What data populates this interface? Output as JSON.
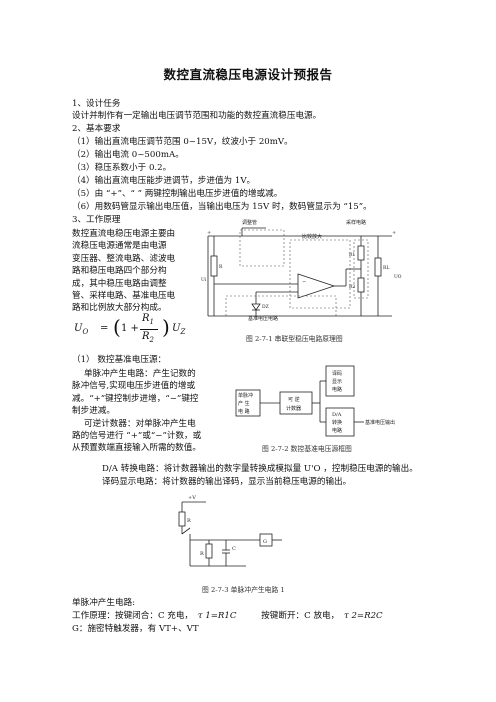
{
  "doc": {
    "title": "数控直流稳压电源设计预报告",
    "s1_heading": "1、设计任务",
    "s1_text": "设计并制作有一定输出电压调节范围和功能的数控直流稳压电源。",
    "s2_heading": "2、基本要求",
    "req": [
      "（1）输出直流电压调节范围 0~15V，纹波小于 20mV。",
      "（2）输出电流 0~500mA。",
      "（3）稳压系数小于 0.2。",
      "（4）输出直流电压能步进调节，步进值为 1V。",
      "（5）由 “+”、“ ” 两键控制输出电压步进值的增或减。",
      "（6）用数码管显示输出电压值，当输出电压为 15V 时，数码管显示为 “15”。"
    ],
    "s3_heading": "3、工作原理",
    "principle_lines": [
      "数控直流电稳压电源主要由",
      "流稳压电源通常是由电源",
      "变压器、整流电路、滤波电",
      "路和稳压电路四个部分构",
      "成，其中稳压电路由调整",
      "管、采样电路、基准电压电",
      "路和比例放大部分构成。"
    ],
    "formula": {
      "lhs": "U",
      "lhs_sub": "O",
      "eq": "=",
      "one": "1 +",
      "num": "R",
      "num_sub": "1",
      "den": "R",
      "den_sub": "2",
      "rhs": "U",
      "rhs_sub": "Z"
    },
    "fig1_caption": "图 2-7-1  串联型稳压电路原理图",
    "fig1_labels": {
      "adj": "调整管",
      "cmp": "比较放大",
      "sample": "采样电路",
      "ref": "基准电压电路",
      "r1": "R1",
      "r2": "R2",
      "rl": "RL",
      "rs": "R",
      "dz": "DZ",
      "uo": "UO",
      "ui": "Ui",
      "plus_l": "+",
      "plus_r": "+",
      "minus": "−"
    },
    "sub1_heading": "（1）    数控基准电压源：",
    "sub1_lines": [
      "单脉冲产生电路：产生记数的",
      "脉冲信号,实现电压步进值的增或",
      "减。“+”键控制步进增，“−”键控",
      "制步进减。",
      "可逆计数器：对单脉冲产生电",
      "路的信号进行 “+”或“−”计数，或",
      "从预置数端直接输入所需的数值。"
    ],
    "fig2_labels": {
      "pulse": [
        "单脉冲",
        "产  生",
        "电  路"
      ],
      "counter": [
        "可  逆",
        "计数器"
      ],
      "decode": [
        "译码",
        "显示",
        "电路"
      ],
      "da": [
        "D/A",
        "转换",
        "电路"
      ],
      "out": "基准电压输出"
    },
    "fig2_caption": "图 2-7-2  数控基准电压源框图",
    "da_line": "D/A 转换电路：将计数器输出的数字量转换成模拟量 U'O ，控制稳压电源的输出。",
    "decode_line": "译码显示电路：将计数器的输出译码，显示当前稳压电源的输出。",
    "fig3_labels": {
      "vcc": "+V",
      "r1": "R",
      "r2": "R",
      "c": "C",
      "g": "G"
    },
    "fig3_caption": "图 2-7-3  单脉冲产生电路 1",
    "pulse_heading": "单脉冲产生电路:",
    "pulse_line1a": "工作原理：按键闭合：C 充电，",
    "pulse_tau1": "τ 1=R1C",
    "pulse_line1b": "按键断开：C 放电，",
    "pulse_tau2": "τ 2=R2C",
    "pulse_line2": "G：施密特触发器，有 VT+、VT"
  }
}
